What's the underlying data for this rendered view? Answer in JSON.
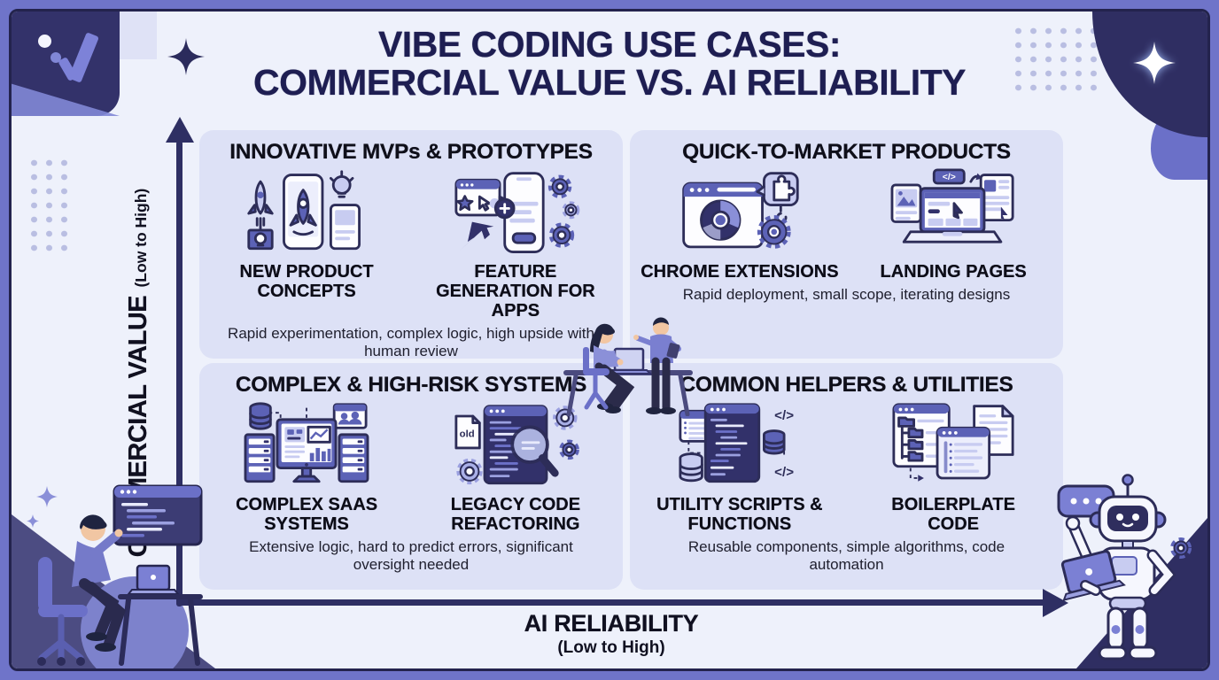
{
  "title": {
    "line1": "VIBE CODING USE CASES:",
    "line2": "COMMERCIAL VALUE VS. AI RELIABILITY"
  },
  "axes": {
    "y": {
      "label": "COMMERCIAL VALUE",
      "range_note": "(Low to High)"
    },
    "x": {
      "label": "AI RELIABILITY",
      "range_note": "(Low to High)"
    }
  },
  "quadrants": [
    {
      "position": "top-left",
      "title": "INNOVATIVE MVPs & PROTOTYPES",
      "items": [
        {
          "label": "NEW PRODUCT CONCEPTS",
          "icon": "rocket-product-icon"
        },
        {
          "label": "FEATURE GENERATION FOR APPS",
          "icon": "app-feature-icon"
        }
      ],
      "note": "Rapid experimentation, complex logic, high upside with human review"
    },
    {
      "position": "top-right",
      "title": "QUICK-TO-MARKET PRODUCTS",
      "items": [
        {
          "label": "CHROME EXTENSIONS",
          "icon": "chrome-extension-icon"
        },
        {
          "label": "LANDING PAGES",
          "icon": "landing-page-icon"
        }
      ],
      "note": "Rapid deployment, small scope, iterating designs"
    },
    {
      "position": "bottom-left",
      "title": "COMPLEX & HIGH-RISK SYSTEMS",
      "items": [
        {
          "label": "COMPLEX SAAS SYSTEMS",
          "icon": "saas-system-icon"
        },
        {
          "label": "LEGACY CODE REFACTORING",
          "icon": "legacy-code-icon"
        }
      ],
      "note": "Extensive logic, hard to predict errors, significant oversight needed"
    },
    {
      "position": "bottom-right",
      "title": "COMMON HELPERS & UTILITIES",
      "items": [
        {
          "label": "UTILITY SCRIPTS & FUNCTIONS",
          "icon": "utility-script-icon"
        },
        {
          "label": "BOILERPLATE CODE",
          "icon": "boilerplate-icon"
        }
      ],
      "note": "Reusable components, simple algorithms, code automation"
    }
  ],
  "icons": {
    "legacy_file_label": "old",
    "code_tag_glyph": "</>"
  },
  "colors": {
    "frame_purple": "#6f74c9",
    "corner_navy": "#2f2e62",
    "canvas_bg": "#eef1fb",
    "card_bg": "#dde1f6",
    "title_navy": "#1e1e52",
    "axis_navy": "#2e2f63",
    "icon_purple": "#5c62b6",
    "icon_lavender": "#c8ccf1",
    "icon_dark_panel": "#32316a"
  }
}
